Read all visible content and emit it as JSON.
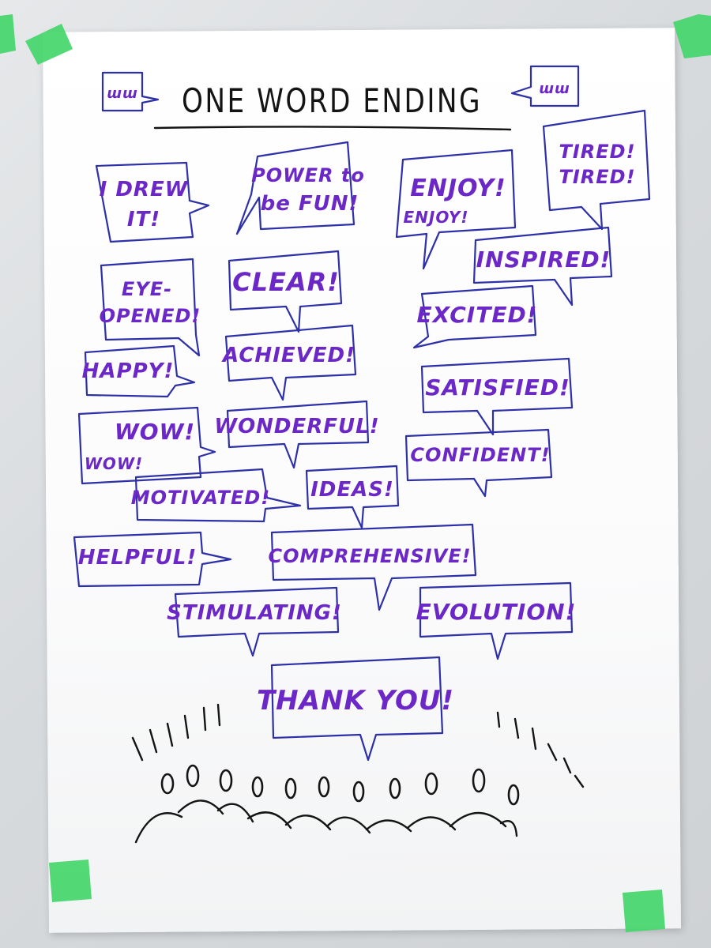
{
  "title": "ONE WORD ENDING",
  "title_icons": [
    "speech-bubble-icon",
    "speech-bubble-icon"
  ],
  "title_icon_marks": [
    "ɯɯ",
    "ɯɯ"
  ],
  "responses": {
    "i_drew_it": [
      "I DREW",
      "IT!"
    ],
    "power": [
      "POWER to",
      "be FUN!"
    ],
    "enjoy": [
      "ENJOY!",
      "ENJOY!"
    ],
    "tired": [
      "TIRED!",
      "TIRED!"
    ],
    "inspired": "INSPIRED!",
    "eye_opened": [
      "EYE-",
      "OPENED!"
    ],
    "clear": "CLEAR!",
    "excited": "EXCITED!",
    "happy": "HAPPY!",
    "achieved": "ACHIEVED!",
    "satisfied": "SATISFIED!",
    "wow": [
      "WOW!",
      "WOW!"
    ],
    "wonderful": "WONDERFUL!",
    "confident": "CONFIDENT!",
    "motivated": "MOTIVATED!",
    "ideas": "IDEAS!",
    "helpful": "HELPFUL!",
    "comprehensive": "COMPREHENSIVE!",
    "stimulating": "STIMULATING!",
    "evolution": "EVOLUTION!",
    "thank_you": "THANK YOU!"
  },
  "colors": {
    "bubble_outline": "#2d30a8",
    "word_ink": "#6b28c7",
    "title_ink": "#141414",
    "tape": "#44d66a",
    "paper": "#ffffff"
  },
  "drawing": {
    "subject": "audience-crowd-icon",
    "cheer_marks": "cheer-marks-icon"
  }
}
